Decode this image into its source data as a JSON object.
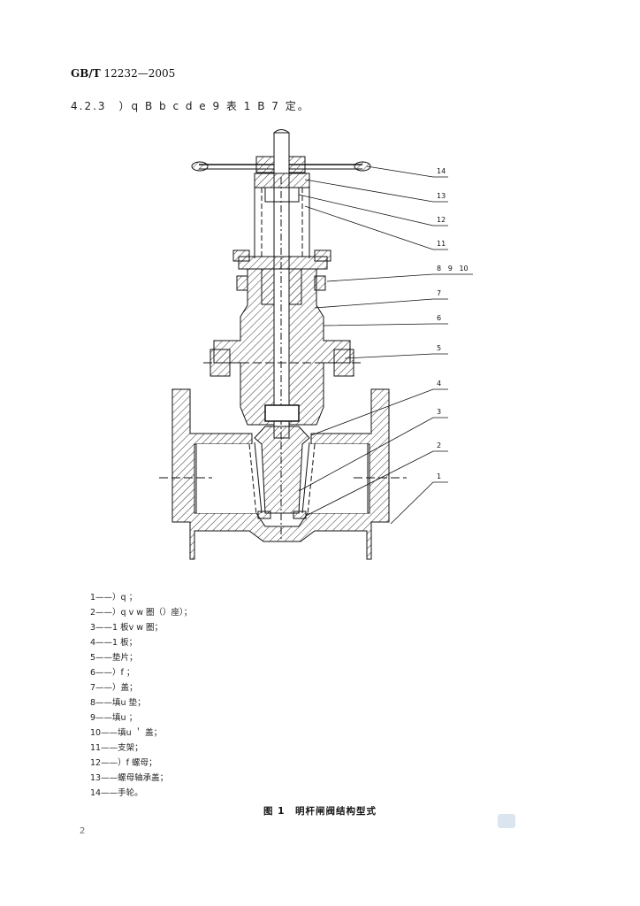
{
  "header": {
    "standard_prefix": "GB/T",
    "standard_number": "12232—2005"
  },
  "clause_line": "4.2.3　）q B b c d e 9 表 1 B 7 定。",
  "figure": {
    "callouts": [
      "14",
      "13",
      "12",
      "11",
      "8   9   10",
      "7",
      "6",
      "5",
      "4",
      "3",
      "2",
      "1"
    ],
    "caption": "图 1　明杆闸阀结构型式"
  },
  "legend": [
    "1——）q ；",
    "2——）q v  w 圈（）座）；",
    "3——1 板v  w 圈；",
    "4——1 板；",
    "5——垫片；",
    "6——）f  ；",
    "7——）盖；",
    "8——填u 垫；",
    "9——填u ；",
    "10——填u ＇ 盖；",
    "11——支架；",
    "12——）f  螺母；",
    "13——螺母轴承盖；",
    "14——手轮。"
  ],
  "footer": {
    "page_number": "2"
  },
  "colors": {
    "ink": "#111111",
    "watermark": "#dbe5ef"
  }
}
